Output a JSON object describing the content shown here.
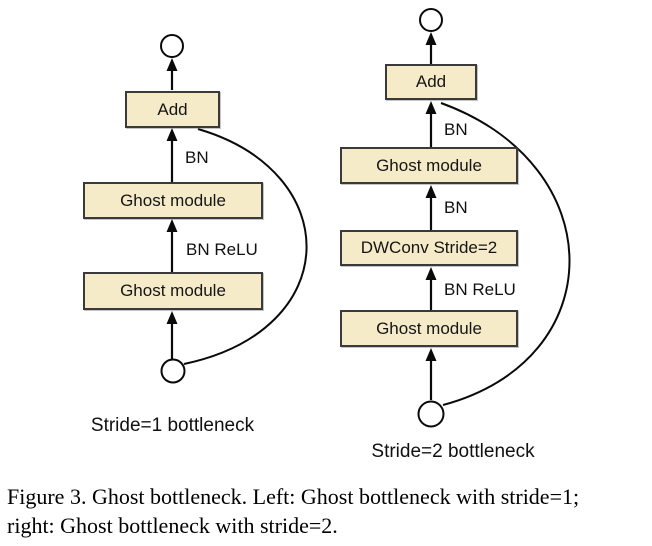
{
  "left": {
    "boxes": {
      "add": "Add",
      "ghost1": "Ghost module",
      "ghost2": "Ghost module"
    },
    "labels": {
      "bn": "BN",
      "bn_relu": "BN ReLU"
    },
    "caption": "Stride=1 bottleneck"
  },
  "right": {
    "boxes": {
      "add": "Add",
      "ghost1": "Ghost module",
      "dwconv": "DWConv Stride=2",
      "ghost2": "Ghost module"
    },
    "labels": {
      "bn1": "BN",
      "bn2": "BN",
      "bn_relu": "BN ReLU"
    },
    "caption": "Stride=2 bottleneck"
  },
  "figure_caption": {
    "line1": "Figure 3. Ghost bottleneck. Left: Ghost bottleneck with stride=1;",
    "line2": "right: Ghost bottleneck with stride=2."
  },
  "colors": {
    "box_fill": "#F6EBC8",
    "box_border": "#3A3A3A",
    "line": "#0A0A0A",
    "background": "#FFFFFF"
  }
}
